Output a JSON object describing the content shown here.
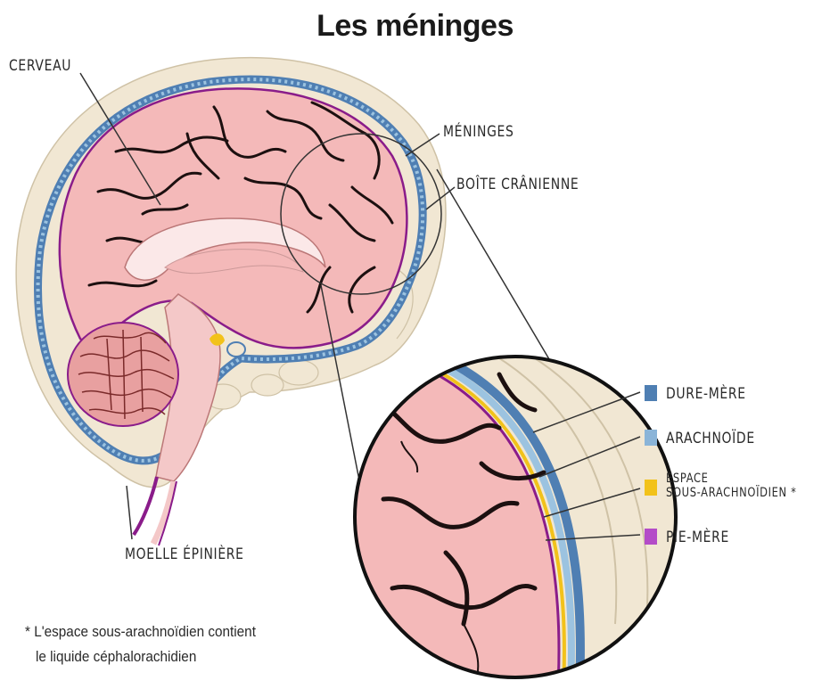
{
  "title": "Les méninges",
  "labels": {
    "cerveau": "CERVEAU",
    "meninges": "MÉNINGES",
    "boite": "BOÎTE CRÂNIENNE",
    "moelle": "MOELLE ÉPINIÈRE"
  },
  "legend": [
    {
      "label": "DURE-MÈRE",
      "color": "#4f7fb3"
    },
    {
      "label": "ARACHNOÏDE",
      "color": "#8ab4d8"
    },
    {
      "label_line1": "ESPACE",
      "label_line2": "SOUS-ARACHNOÏDIEN *",
      "color": "#f2c21a"
    },
    {
      "label": "PIE-MÈRE",
      "color": "#b44cc8"
    }
  ],
  "footnote": {
    "line1": "* L'espace sous-arachnoïdien contient",
    "line2": "le liquide céphalorachidien"
  },
  "colors": {
    "brain": "#f4b9b9",
    "brain_dark": "#e8a0a0",
    "skull": "#f1e7d3",
    "dura": "#4f7fb3",
    "arachnoid": "#9cc3e0",
    "csf": "#f2c21a",
    "pia": "#8a1c8a",
    "sulci": "#1c1010"
  }
}
